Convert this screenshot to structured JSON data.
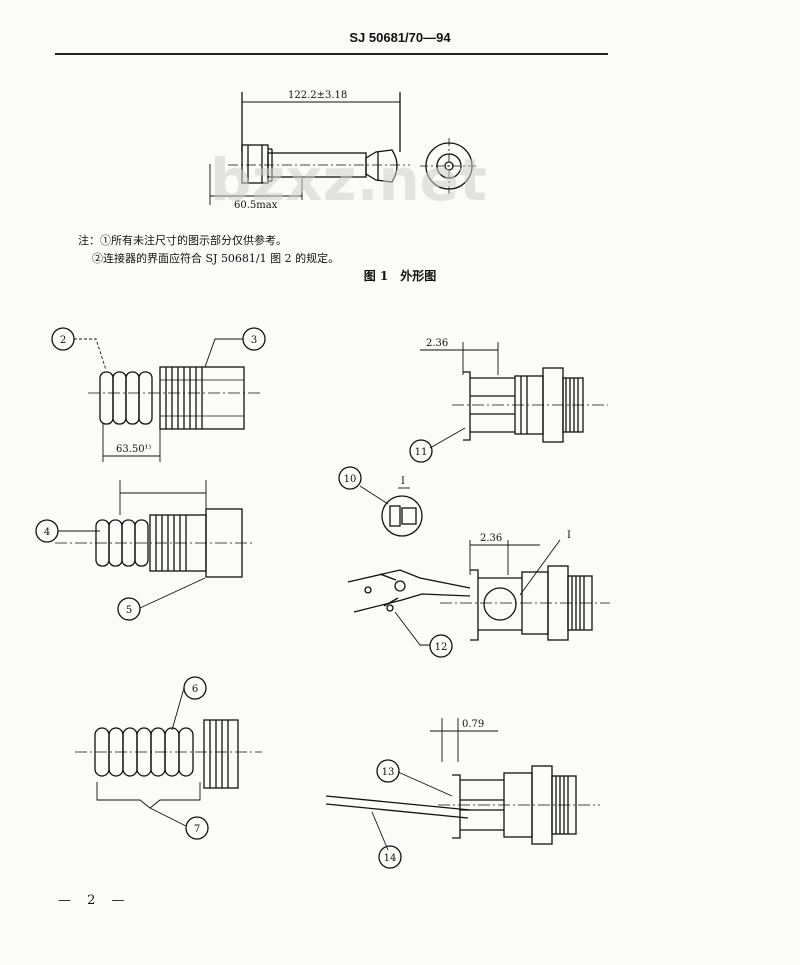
{
  "header": {
    "standard_code": "SJ 50681/70—94"
  },
  "figure1": {
    "dim_length": "122.2±3.18",
    "dim_max": "60.5max",
    "watermark": "bzxz.net"
  },
  "notes": [
    "注：①所有未注尺寸的图示部分仅供参考。",
    "②连接器的界面应符合 SJ 50681/1 图 2 的规定。"
  ],
  "caption": "图 1　外形图",
  "diagram": {
    "dim_63_50": "63.50¹⁾",
    "dim_2_36_top": "2.36",
    "dim_2_36_mid": "2.36",
    "dim_0_79": "0.79",
    "detail_label": "I",
    "detail_label_2": "I",
    "callouts": [
      "2",
      "3",
      "4",
      "5",
      "6",
      "7",
      "10",
      "11",
      "12",
      "13",
      "14"
    ]
  },
  "footer": {
    "page_number": "— 2 —"
  }
}
